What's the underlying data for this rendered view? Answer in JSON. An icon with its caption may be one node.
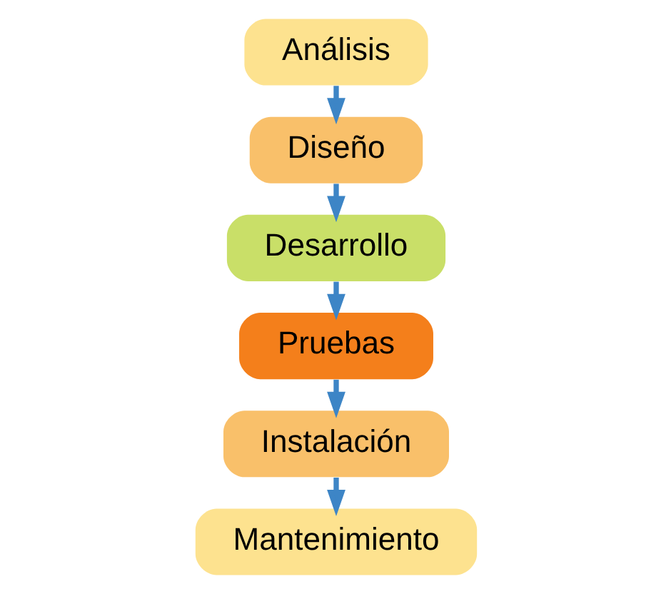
{
  "diagram": {
    "nodes": [
      {
        "text": [
          "Análisis"
        ]
      },
      {
        "text": [
          "Diseño"
        ]
      },
      {
        "text": [
          "Desarrollo"
        ]
      },
      {
        "text": [
          "Pruebas"
        ]
      },
      {
        "text": [
          "Instalación"
        ]
      },
      {
        "text": [
          "Mantenimiento"
        ]
      }
    ],
    "edges": [
      {
        "from": 0,
        "to": 1,
        "arrow": "to"
      },
      {
        "from": 1,
        "to": 2,
        "arrow": "to"
      },
      {
        "from": 2,
        "to": 3,
        "arrow": "to"
      },
      {
        "from": 3,
        "to": 4,
        "arrow": "to"
      },
      {
        "from": 4,
        "to": 5,
        "arrow": "to"
      }
    ]
  }
}
